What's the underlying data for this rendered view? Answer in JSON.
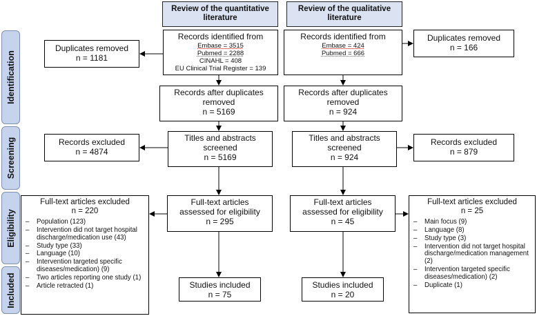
{
  "headers": {
    "quantitative": "Review of the quantitative\nliterature",
    "qualitative": "Review of the qualitative\nliterature"
  },
  "stages": {
    "identification": "Identification",
    "screening": "Screening",
    "eligibility": "Eligibility",
    "included": "Included"
  },
  "quant": {
    "identified": {
      "title": "Records identified from",
      "sources": [
        "Embase = 3515",
        "Pubmed = 2288",
        "CINAHL = 408",
        "EU Clinical Trial Register = 139"
      ]
    },
    "duplicates_removed": "Duplicates removed\nn = 1181",
    "after_duplicates": "Records after duplicates\nremoved\nn = 5169",
    "screened": "Titles and abstracts\nscreened\nn = 5169",
    "records_excluded": "Records excluded\nn = 4874",
    "fulltext_assessed": "Full-text articles\nassessed for eligibility\nn = 295",
    "excluded": {
      "title": "Full-text articles excluded\nn = 220",
      "items": [
        "Population (123)",
        "Intervention did not target hospital discharge/medication use (43)",
        "Study type (33)",
        "Language (10)",
        "Intervention targeted specific diseases/medication) (9)",
        "Two articles reporting one study (1)",
        "Article retracted (1)"
      ]
    },
    "included": "Studies included\nn = 75"
  },
  "qual": {
    "identified": {
      "title": "Records identified from",
      "sources": [
        "Embase = 424",
        "Pubmed = 666"
      ]
    },
    "duplicates_removed": "Duplicates removed\nn = 166",
    "after_duplicates": "Records after duplicates\nremoved\nn = 924",
    "screened": "Titles and abstracts\nscreened\nn = 924",
    "records_excluded": "Records excluded\nn = 879",
    "fulltext_assessed": "Full-text articles\nassessed for eligibility\nn = 45",
    "excluded": {
      "title": "Full-text articles excluded\nn = 25",
      "items": [
        "Main focus (9)",
        "Language (8)",
        "Study type (3)",
        "Intervention did not target hospital discharge/medication management (2)",
        "Intervention targeted specific diseases/medication) (2)",
        "Duplicate (1)"
      ]
    },
    "included": "Studies included\nn = 20"
  }
}
